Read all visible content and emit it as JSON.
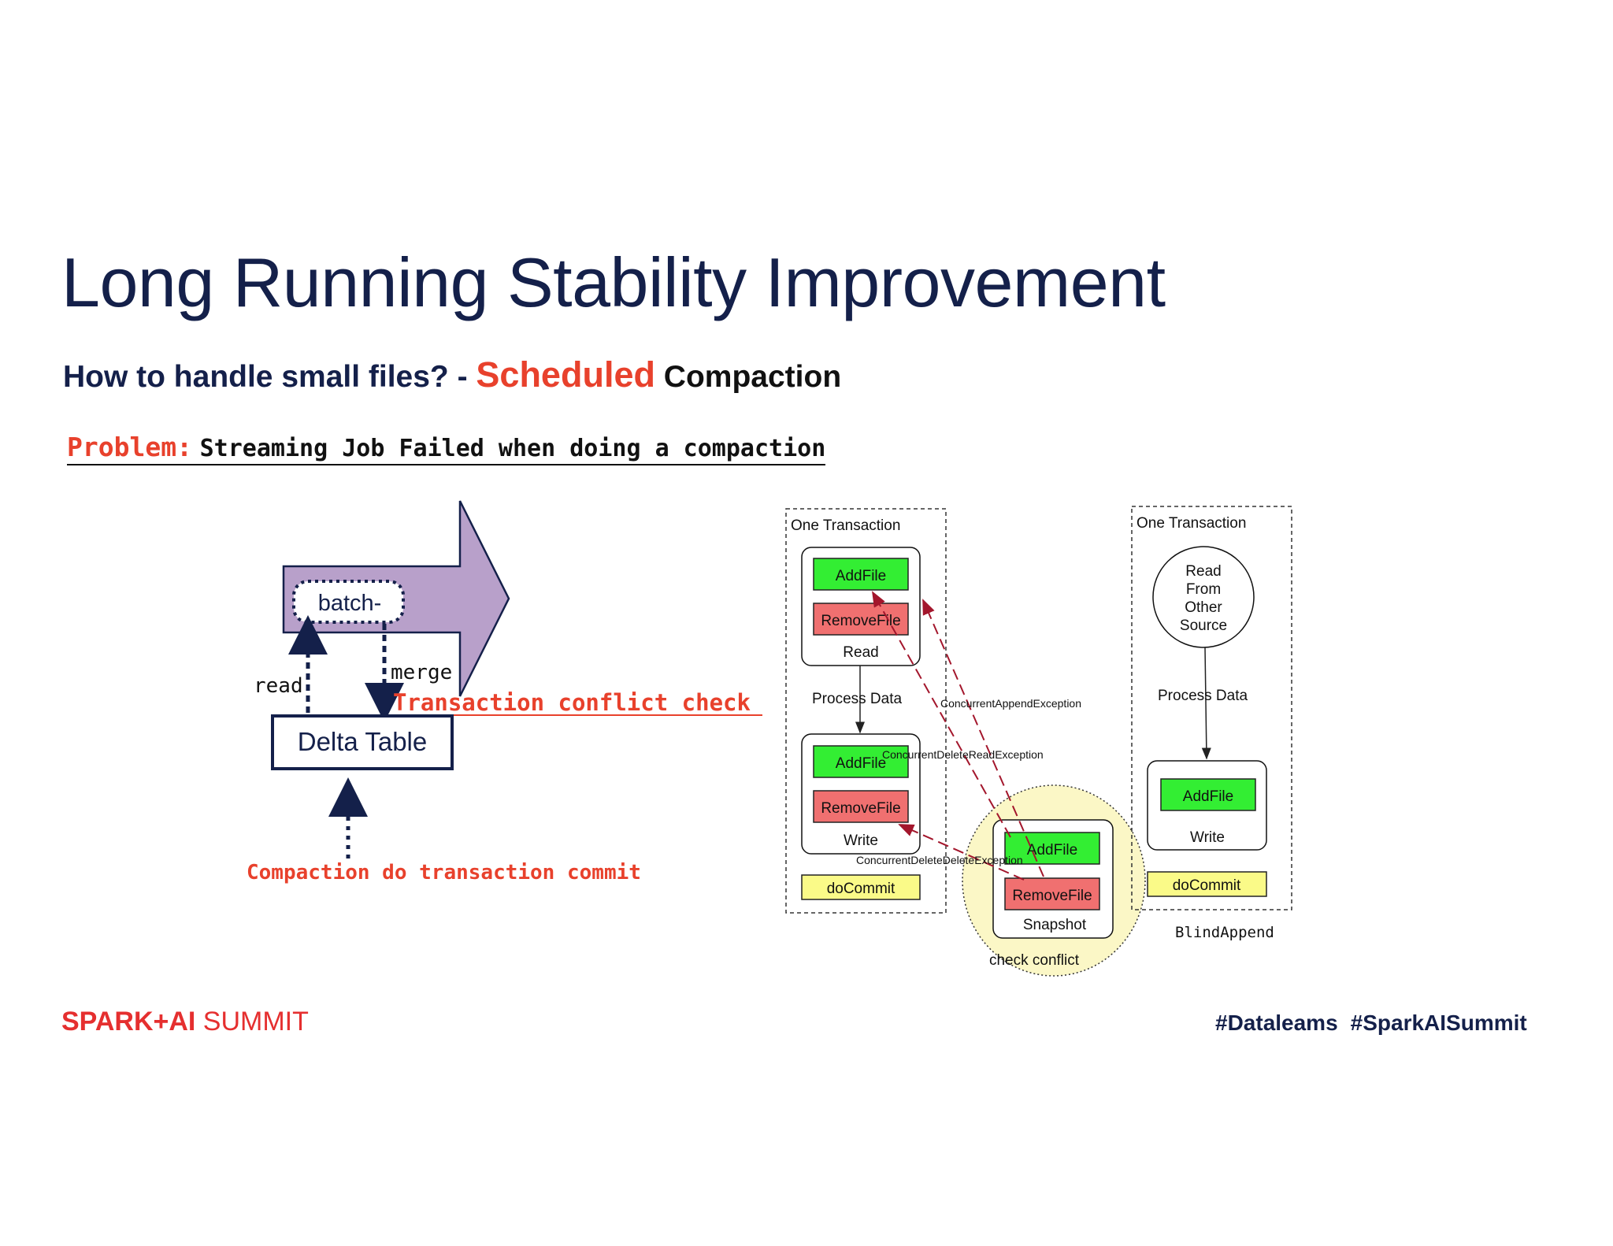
{
  "slide": {
    "title": "Long Running Stability Improvement",
    "subtitle": {
      "prefix": "How to handle small files? - ",
      "accent": "Scheduled",
      "suffix": " Compaction"
    },
    "problem": {
      "label": "Problem:",
      "text": "Streaming Job Failed when doing a compaction"
    }
  },
  "left_diagram": {
    "batch_label": "batch-",
    "read_label": "read",
    "merge_label": "merge",
    "conflict_label": "Transaction conflict check",
    "table_label": "Delta Table",
    "compaction_label": "Compaction do transaction commit"
  },
  "right_diagram": {
    "txn1": {
      "title": "One Transaction",
      "read_box": {
        "add": "AddFile",
        "remove": "RemoveFile",
        "caption": "Read"
      },
      "process": "Process Data",
      "write_box": {
        "add": "AddFile",
        "remove": "RemoveFile",
        "caption": "Write"
      },
      "commit": "doCommit"
    },
    "snapshot": {
      "add": "AddFile",
      "remove": "RemoveFile",
      "caption": "Snapshot",
      "check": "check conflict"
    },
    "exceptions": {
      "append": "ConcurrentAppendException",
      "delete_read": "ConcurrentDeleteReadException",
      "delete_delete": "ConcurrentDeleteDeleteException"
    },
    "txn2": {
      "title": "One Transaction",
      "source_lines": [
        "Read",
        "From",
        "Other",
        "Source"
      ],
      "process": "Process Data",
      "write_box": {
        "add": "AddFile",
        "caption": "Write"
      },
      "commit": "doCommit",
      "note": "BlindAppend"
    }
  },
  "footer": {
    "logo_strong": "SPARK+AI",
    "logo_light": " SUMMIT",
    "tags": [
      "#Dataleams",
      "#SparkAISummit"
    ]
  },
  "colors": {
    "navy": "#14204a",
    "accent_red": "#e8412c",
    "add_green": "#33ee33",
    "remove_red": "#f07070",
    "commit_yellow": "#fafa88",
    "arrow_purple": "#b8a0ca",
    "check_area": "#fbf7c6",
    "exception_arrow": "#a3162c"
  }
}
